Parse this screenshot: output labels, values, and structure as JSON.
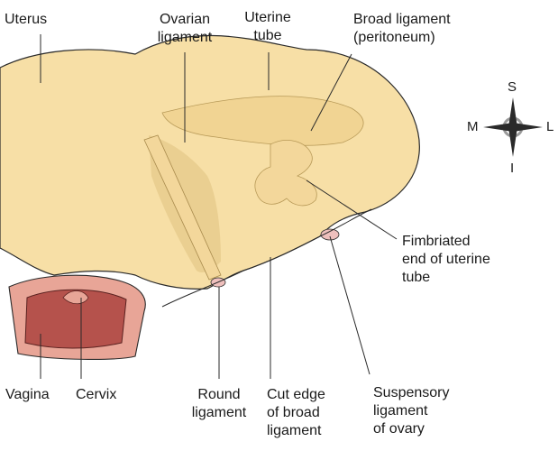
{
  "labels": {
    "uterus": "Uterus",
    "ovarian_ligament": [
      "Ovarian",
      "ligament"
    ],
    "uterine_tube": [
      "Uterine",
      "tube"
    ],
    "broad_ligament": [
      "Broad ligament",
      "(peritoneum)"
    ],
    "fimbriated_end": [
      "Fimbriated",
      "end of uterine",
      "tube"
    ],
    "suspensory_ligament": [
      "Suspensory",
      "ligament",
      "of ovary"
    ],
    "cut_edge": [
      "Cut edge",
      "of broad",
      "ligament"
    ],
    "round_ligament": [
      "Round",
      "ligament"
    ],
    "cervix": "Cervix",
    "vagina": "Vagina"
  },
  "compass": {
    "superior": "S",
    "inferior": "I",
    "medial": "M",
    "lateral": "L"
  },
  "colors": {
    "tissue": "#f7dfa6",
    "tissue_shadow": "#e6c98a",
    "outline": "#2a2a2a",
    "cervix_outer": "#e8a597",
    "cervix_inner": "#b5524c",
    "ovary_node": "#efc0bd"
  }
}
